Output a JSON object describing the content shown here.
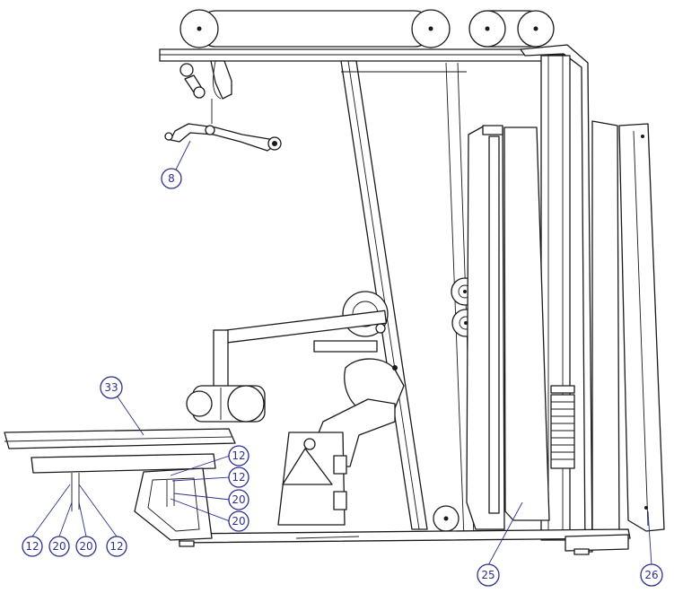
{
  "diagram": {
    "callout_color": "#2b2f8f",
    "line_color": "#1a1a1a",
    "callouts": {
      "c8": "8",
      "c33": "33",
      "c12_right_upper": "12",
      "c12_right_lower": "12",
      "c20_right_upper": "20",
      "c20_right_lower": "20",
      "c12_bottom_left": "12",
      "c20_bottom_left": "20",
      "c20_bottom_right": "20",
      "c12_bottom_right": "12",
      "c25": "25",
      "c26": "26"
    }
  }
}
